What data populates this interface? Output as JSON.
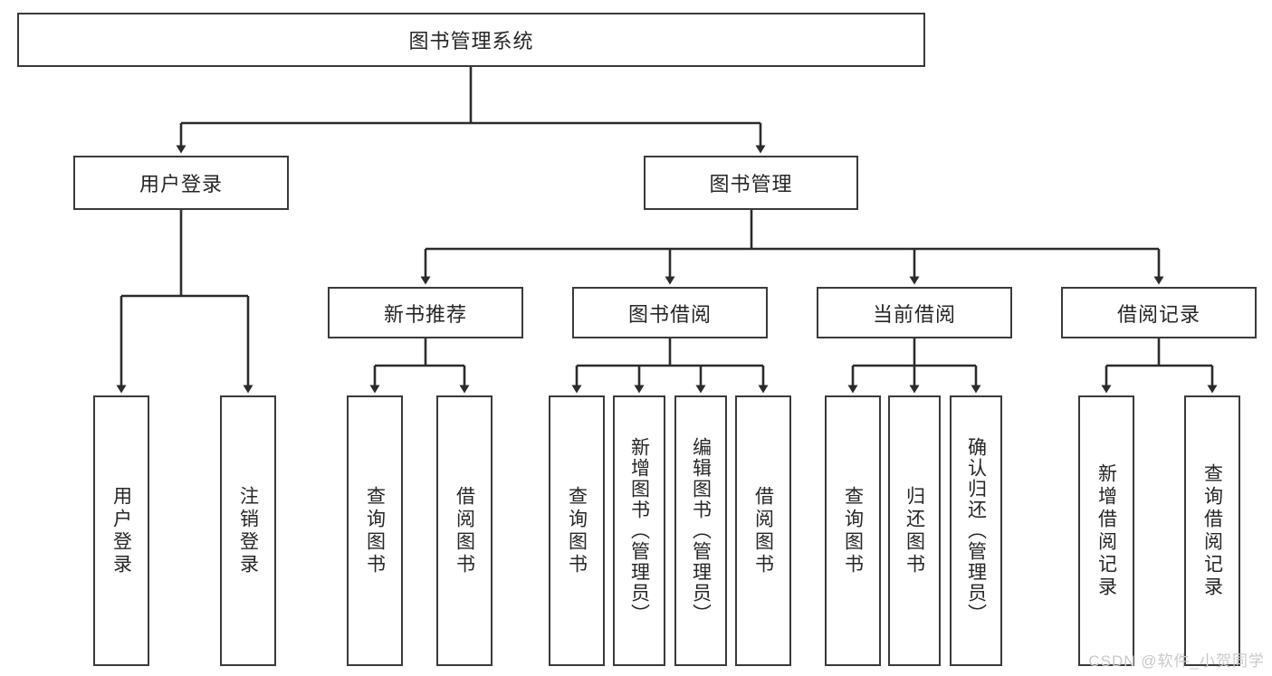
{
  "diagram": {
    "title": "图书管理系统",
    "type": "hierarchy-tree",
    "watermark": "CSDN @软件_小贺同学",
    "colors": {
      "box_border": "#3a3a3a",
      "box_fill": "#ffffff",
      "connector": "#2b2b2b",
      "text": "#262626",
      "watermark": "#c9c9c9"
    },
    "root": {
      "label": "图书管理系统"
    },
    "level2": [
      {
        "label": "用户登录"
      },
      {
        "label": "图书管理"
      }
    ],
    "level3": [
      {
        "label": "新书推荐"
      },
      {
        "label": "图书借阅"
      },
      {
        "label": "当前借阅"
      },
      {
        "label": "借阅记录"
      }
    ],
    "leaves": {
      "user_login": [
        {
          "label": "用户登录"
        },
        {
          "label": "注销登录"
        }
      ],
      "new_book": [
        {
          "label": "查询图书"
        },
        {
          "label": "借阅图书"
        }
      ],
      "book_borrow": [
        {
          "label": "查询图书"
        },
        {
          "label": "新增图书（管理员）"
        },
        {
          "label": "编辑图书（管理员）"
        },
        {
          "label": "借阅图书"
        }
      ],
      "current_borrow": [
        {
          "label": "查询图书"
        },
        {
          "label": "归还图书"
        },
        {
          "label": "确认归还（管理员）"
        }
      ],
      "borrow_record": [
        {
          "label": "新增借阅记录"
        },
        {
          "label": "查询借阅记录"
        }
      ]
    }
  }
}
